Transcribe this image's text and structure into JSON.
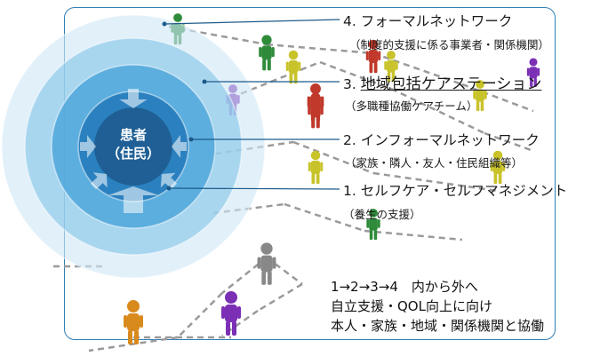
{
  "center": {
    "line1": "患者",
    "line2": "（住民）"
  },
  "circles": [
    {
      "number": "4.",
      "title": "フォーマルネットワーク",
      "detail": "（制度的支援に係る事業者・関係機関）",
      "color": "#cfe7f5"
    },
    {
      "number": "3.",
      "title": "地域包括ケアステーション",
      "detail": "（多職種協働ケアチーム）",
      "color": "#8cc8ea"
    },
    {
      "number": "2.",
      "title": "インフォーマルネットワーク",
      "detail": "（家族・隣人・友人・住民組織等）",
      "color": "#4aa5db"
    },
    {
      "number": "1.",
      "title": "セルフケア・セルフマネジメント",
      "detail": "（養生の支援）",
      "color": "#2a7fbd"
    }
  ],
  "summary": {
    "line1": "1→2→3→4　内から外へ",
    "line2": "自立支援・QOL向上に向け",
    "line3": "本人・家族・地域・関係機関と協働"
  },
  "colors": {
    "frame": "#2f7fb5",
    "core": "#1f5f95",
    "leader": "#1d5a8a"
  },
  "people_colors": [
    "#2e8b3a",
    "#c8c32a",
    "#c0392b",
    "#7b2fb5",
    "#d98a1c",
    "#888888"
  ]
}
